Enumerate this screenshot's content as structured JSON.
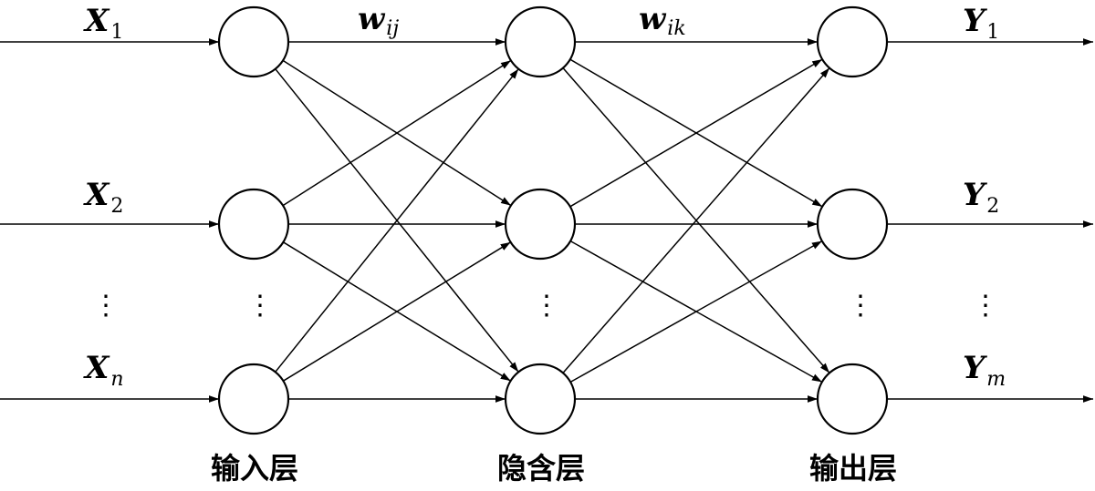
{
  "inputs": [
    {
      "base": "X",
      "sub": "1"
    },
    {
      "base": "X",
      "sub": "2"
    },
    {
      "base": "X",
      "sub": "n"
    }
  ],
  "outputs": [
    {
      "base": "Y",
      "sub": "1"
    },
    {
      "base": "Y",
      "sub": "2"
    },
    {
      "base": "Y",
      "sub": "m"
    }
  ],
  "weights": [
    {
      "base": "w",
      "sub": "ij"
    },
    {
      "base": "w",
      "sub": "ik"
    }
  ],
  "layers": [
    {
      "label": "输入层"
    },
    {
      "label": "隐含层"
    },
    {
      "label": "输出层"
    }
  ],
  "ellipsis": "⋮"
}
